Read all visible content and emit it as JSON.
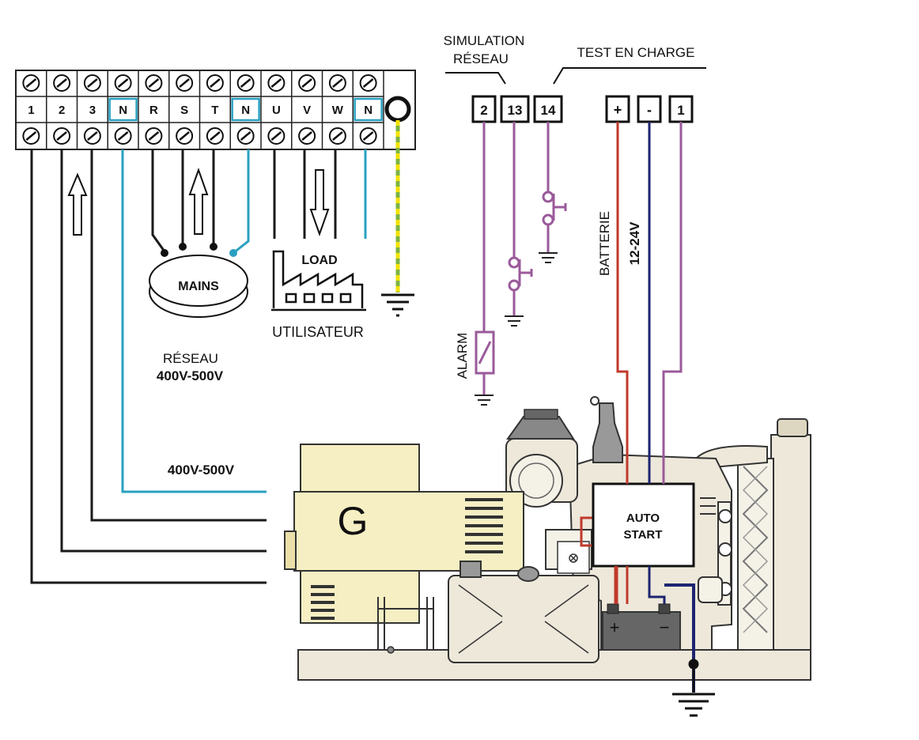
{
  "terminal_strip": {
    "labels": [
      "1",
      "2",
      "3",
      "N",
      "R",
      "S",
      "T",
      "N",
      "U",
      "V",
      "W",
      "N"
    ],
    "highlighted_neutral_color": "#2aa0c0"
  },
  "control_terminals": {
    "t2": "2",
    "t13": "13",
    "t14": "14",
    "plus": "+",
    "minus": "-",
    "t1": "1"
  },
  "labels": {
    "simulation_line1": "SIMULATION",
    "simulation_line2": "RÉSEAU",
    "test_en_charge": "TEST EN CHARGE",
    "mains": "MAINS",
    "load": "LOAD",
    "utilisateur": "UTILISATEUR",
    "reseau": "RÉSEAU",
    "reseau_voltage": "400V-500V",
    "gen_voltage": "400V-500V",
    "alarm": "ALARM",
    "batterie": "BATTERIE",
    "battery_voltage": "12-24V",
    "generator": "G",
    "auto_line1": "AUTO",
    "auto_line2": "START",
    "battery_plus": "+",
    "battery_minus": "−"
  },
  "colors": {
    "wire_black": "#1a1a1a",
    "wire_blue": "#2aa0c0",
    "wire_purple": "#9a5a9a",
    "wire_red": "#c0392b",
    "wire_navy": "#1c2470",
    "ground_green": "#7cb342",
    "ground_yellow": "#f2e200",
    "alternator": "#f6efc3",
    "engine": "#ede8da"
  }
}
